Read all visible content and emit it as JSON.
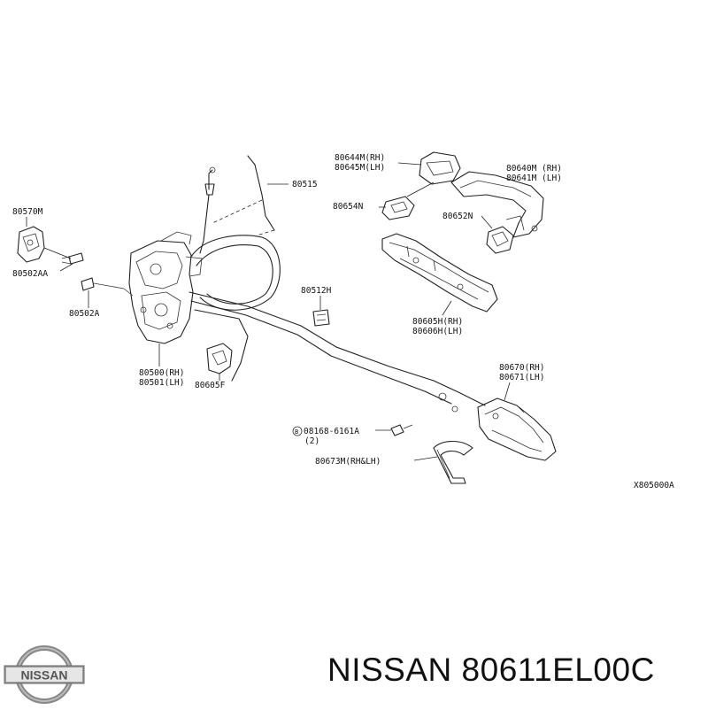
{
  "labels": {
    "p80570M": "80570M",
    "p80502AA": "80502AA",
    "p80502A": "80502A",
    "p80515": "80515",
    "p80644M": "80644M(RH)",
    "p80645M": "80645M(LH)",
    "p80654N": "80654N",
    "p80640M": "80640M (RH)",
    "p80641M": "80641M (LH)",
    "p80652N": "80652N",
    "p80512H": "80512H",
    "p80605H": "80605H(RH)",
    "p80606H": "80606H(LH)",
    "p80500": "80500(RH)",
    "p80501": "80501(LH)",
    "p80605F": "80605F",
    "p80670": "80670(RH)",
    "p80671": "80671(LH)",
    "p08168": "08168-6161A",
    "p08168qty": "(2)",
    "p80673M": "80673M(RH&LH)",
    "diagramCode": "X805000A"
  },
  "footer": {
    "logo_text": "NISSAN",
    "title": "NISSAN 80611EL00C"
  }
}
